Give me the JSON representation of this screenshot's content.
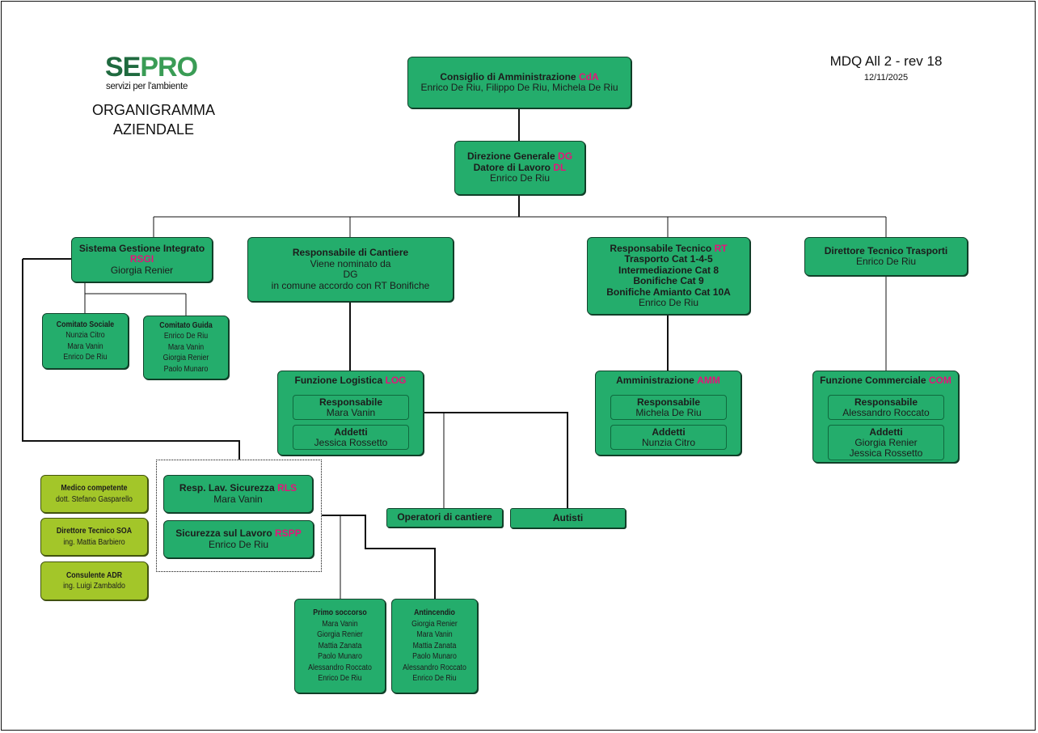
{
  "header": {
    "logo_se": "SE",
    "logo_pro": "PRO",
    "tagline": "servizi per l'ambiente",
    "title_line1": "ORGANIGRAMMA",
    "title_line2": "AZIENDALE",
    "doc_ref": "MDQ All 2 - rev 18",
    "date": "12/11/2025"
  },
  "cda": {
    "title": "Consiglio di Amministrazione",
    "code": "CdA",
    "members": "Enrico De Riu, Filippo De Riu, Michela De Riu"
  },
  "dg": {
    "line1": "Direzione Generale",
    "code1": "DG",
    "line2": "Datore di Lavoro",
    "code2": "DL",
    "name": "Enrico De Riu"
  },
  "rsgi": {
    "title": "Sistema Gestione Integrato",
    "code": "RSGI",
    "name": "Giorgia Renier"
  },
  "comitato_sociale": {
    "title": "Comitato Sociale",
    "members": [
      "Nunzia Citro",
      "Mara Vanin",
      "Enrico De Riu"
    ]
  },
  "comitato_guida": {
    "title": "Comitato Guida",
    "members": [
      "Enrico De Riu",
      "Mara Vanin",
      "Giorgia Renier",
      "Paolo Munaro"
    ]
  },
  "cantiere": {
    "title": "Responsabile di Cantiere",
    "line1": "Viene nominato da",
    "line2": "DG",
    "line3": "in comune accordo con RT Bonifiche"
  },
  "rt": {
    "title": "Responsabile Tecnico",
    "code": "RT",
    "lines": [
      "Trasporto Cat 1-4-5",
      "Intermediazione Cat 8",
      "Bonifiche Cat 9",
      "Bonifiche Amianto Cat 10A"
    ],
    "name": "Enrico De Riu"
  },
  "trasporti": {
    "title": "Direttore Tecnico Trasporti",
    "name": "Enrico De Riu"
  },
  "log": {
    "title": "Funzione Logistica",
    "code": "LOG",
    "resp_label": "Responsabile",
    "resp_name": "Mara Vanin",
    "add_label": "Addetti",
    "add_name": "Jessica Rossetto"
  },
  "amm": {
    "title": "Amministrazione",
    "code": "AMM",
    "resp_label": "Responsabile",
    "resp_name": "Michela De Riu",
    "add_label": "Addetti",
    "add_name": "Nunzia Citro"
  },
  "com": {
    "title": "Funzione Commerciale",
    "code": "COM",
    "resp_label": "Responsabile",
    "resp_name": "Alessandro Roccato",
    "add_label": "Addetti",
    "add_names": [
      "Giorgia Renier",
      "Jessica Rossetto"
    ]
  },
  "rls": {
    "title": "Resp. Lav. Sicurezza",
    "code": "RLS",
    "name": "Mara Vanin"
  },
  "rspp": {
    "title": "Sicurezza sul Lavoro",
    "code": "RSPP",
    "name": "Enrico De Riu"
  },
  "operatori": "Operatori di cantiere",
  "autisti": "Autisti",
  "external": [
    {
      "title": "Medico competente",
      "name": "dott. Stefano Gasparello"
    },
    {
      "title": "Direttore Tecnico SOA",
      "name": "ing. Mattia Barbiero"
    },
    {
      "title": "Consulente ADR",
      "name": "ing. Luigi Zambaldo"
    }
  ],
  "primo_soccorso": {
    "title": "Primo soccorso",
    "members": [
      "Mara Vanin",
      "Giorgia Renier",
      "Mattia Zanata",
      "Paolo Munaro",
      "Alessandro Roccato",
      "Enrico De Riu"
    ]
  },
  "antincendio": {
    "title": "Antincendio",
    "members": [
      "Giorgia Renier",
      "Mara Vanin",
      "Mattia Zanata",
      "Paolo Munaro",
      "Alessandro Roccato",
      "Enrico De Riu"
    ]
  },
  "colors": {
    "node": "#24ad6c",
    "external_node": "#a3c629",
    "highlight": "#e5137a"
  }
}
